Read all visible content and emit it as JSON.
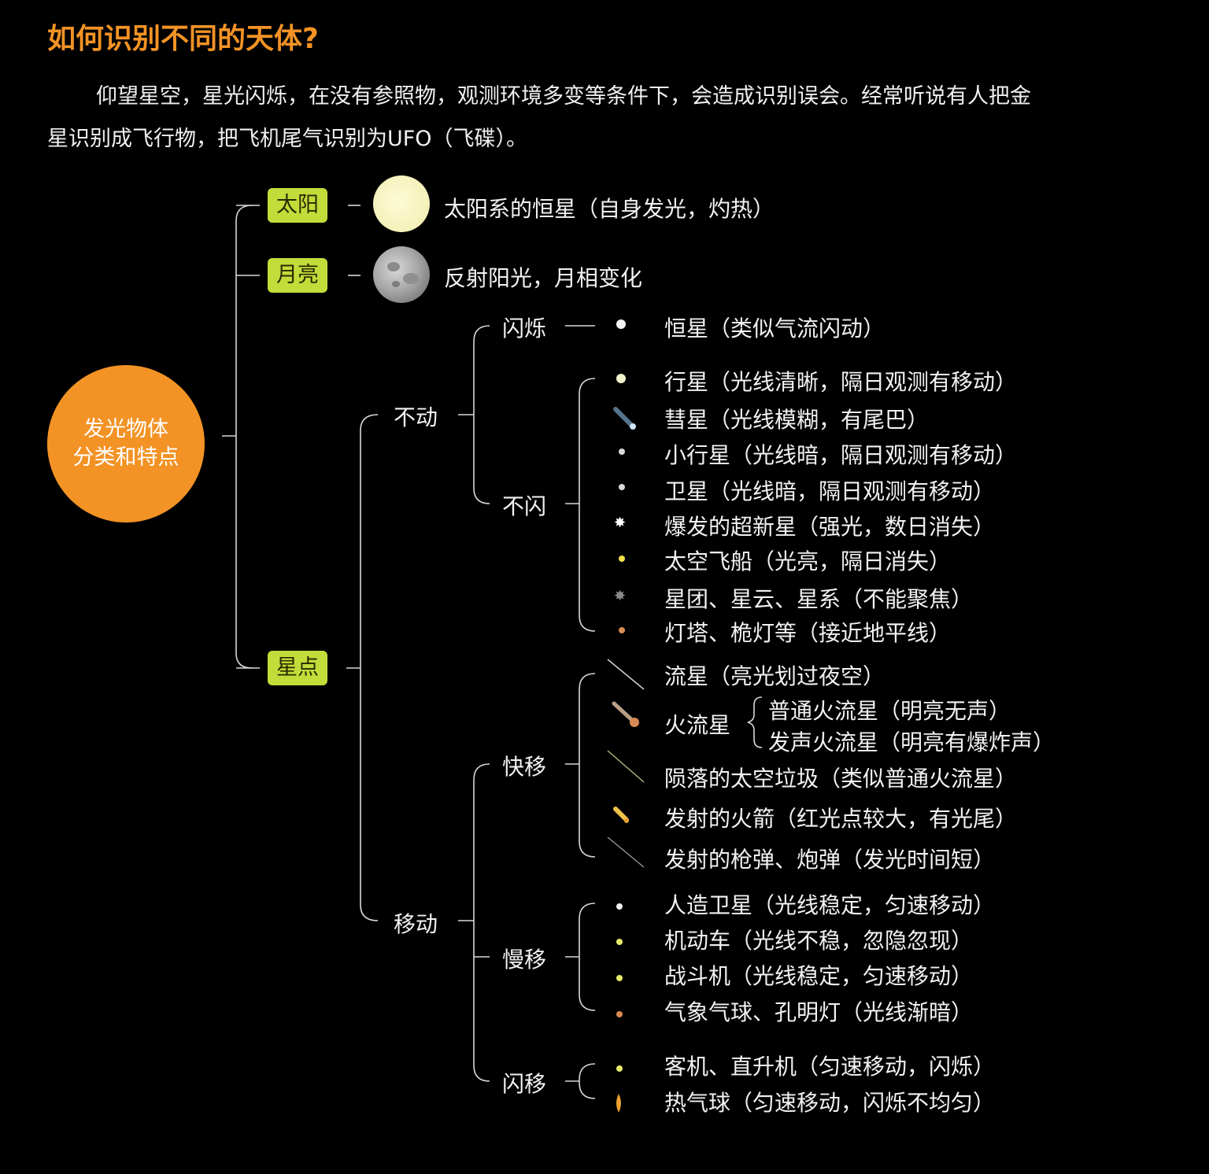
{
  "title": "如何识别不同的天体?",
  "intro": {
    "line1": "仰望星空，星光闪烁，在没有参照物，观测环境多变等条件下，会造成识别误会。经常听说有人把金",
    "line2": "星识别成飞行物，把飞机尾气识别为UFO（飞碟）。"
  },
  "root": {
    "line1": "发光物体",
    "line2": "分类和特点"
  },
  "categories": {
    "sun": "太阳",
    "moon": "月亮",
    "starpoint": "星点"
  },
  "sun_desc": "太阳系的恒星（自身发光，灼热）",
  "moon_desc": "反射阳光，月相变化",
  "branches": {
    "static": "不动",
    "moving": "移动",
    "twinkle": "闪烁",
    "no_twinkle": "不闪",
    "fast": "快移",
    "slow": "慢移",
    "flash_move": "闪移"
  },
  "twinkle_items": [
    "恒星（类似气流闪动）"
  ],
  "no_twinkle_items": [
    "行星（光线清晰，隔日观测有移动）",
    "彗星（光线模糊，有尾巴）",
    "小行星（光线暗，隔日观测有移动）",
    "卫星（光线暗，隔日观测有移动）",
    "爆发的超新星（强光，数日消失）",
    "太空飞船（光亮，隔日消失）",
    "星团、星云、星系（不能聚焦）",
    "灯塔、桅灯等（接近地平线）"
  ],
  "fast_items": {
    "meteor": "流星（亮光划过夜空）",
    "fireball": "火流星",
    "fireball_sub": [
      "普通火流星（明亮无声）",
      "发声火流星（明亮有爆炸声）"
    ],
    "debris": "陨落的太空垃圾（类似普通火流星）",
    "rocket": "发射的火箭（红光点较大，有光尾）",
    "bullet": "发射的枪弹、炮弹（发光时间短）"
  },
  "slow_items": [
    "人造卫星（光线稳定，匀速移动）",
    "机动车（光线不稳，忽隐忽现）",
    "战斗机（光线稳定，匀速移动）",
    "气象气球、孔明灯（光线渐暗）"
  ],
  "flash_items": [
    "客机、直升机（匀速移动，闪烁）",
    "热气球（匀速移动，闪烁不均匀）"
  ],
  "colors": {
    "accent": "#f39325",
    "tag_green": "#c2dc3a",
    "line": "#e0e0e0"
  }
}
